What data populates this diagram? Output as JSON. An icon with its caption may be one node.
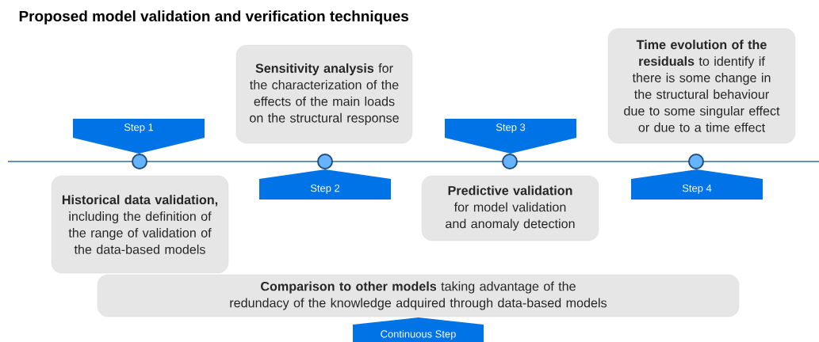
{
  "diagram": {
    "title": "Proposed model validation and verification techniques",
    "nodes": [
      {
        "text": [
          "Step 1"
        ]
      },
      {
        "text": [
          "**Historical data validation,** including the definition of the range of validation of the data-based models"
        ]
      },
      {
        "text": [],
        "shape": "circle"
      },
      {
        "text": [
          "**Sensitivity analysis** for the characterization of the effects of the main loads on the structural response"
        ]
      },
      {
        "text": [
          "Step 2"
        ]
      },
      {
        "text": [],
        "shape": "circle"
      },
      {
        "text": [
          "Step 3"
        ]
      },
      {
        "text": [
          "**Predictive validation** for model validation and anomaly detection"
        ]
      },
      {
        "text": [],
        "shape": "circle"
      },
      {
        "text": [
          "**Time evolution of the residuals** to identify if there is some change in the structural behaviour due to some singular effect or due to a time effect"
        ]
      },
      {
        "text": [
          "Step 4"
        ]
      },
      {
        "text": [],
        "shape": "circle"
      },
      {
        "text": [
          "**Comparison to other models** taking advantage of the redundacy of the knowledge adquired through data-based models"
        ]
      },
      {
        "text": [
          "Continuous Step"
        ]
      }
    ],
    "edges": []
  }
}
